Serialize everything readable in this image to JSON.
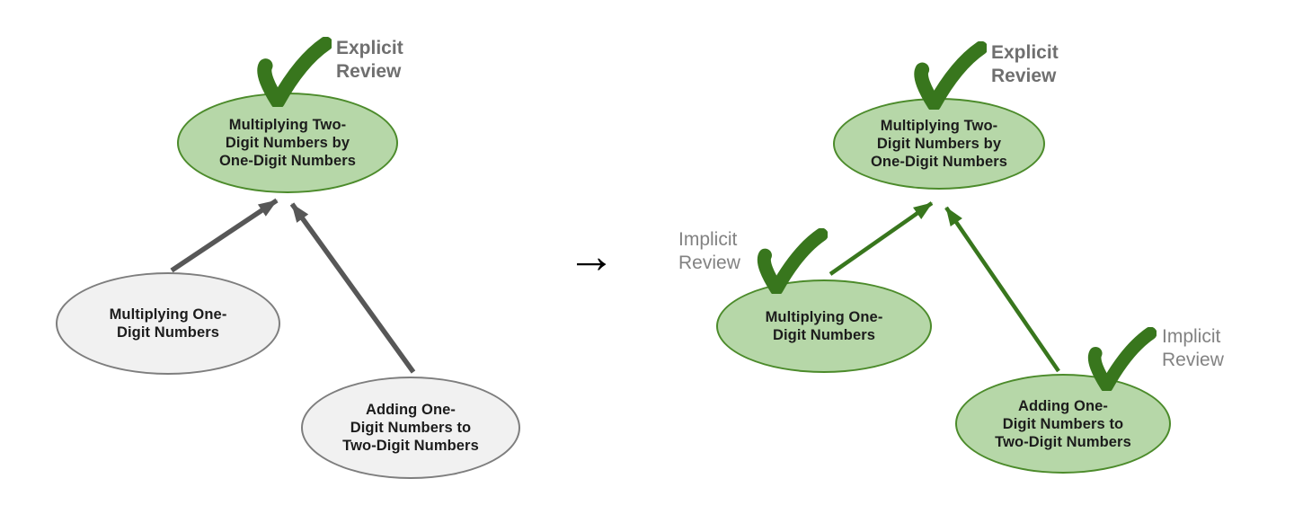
{
  "colors": {
    "green_fill": "#b6d7a8",
    "green_border": "#4c8b2b",
    "gray_fill": "#f1f1f1",
    "gray_border": "#7e7e7e",
    "arrow_gray": "#575757",
    "arrow_green": "#38761d",
    "check_green": "#38761d",
    "review_text": "#828282",
    "node_text": "#1c1c1c",
    "transform_arrow": "#000000"
  },
  "transform_arrow": "→",
  "left_panel": {
    "top_node": "Multiplying Two-\nDigit Numbers by\nOne-Digit Numbers",
    "top_badge": "Explicit\nReview",
    "mid_node": "Multiplying One-\nDigit Numbers",
    "bottom_node": "Adding One-\nDigit Numbers to\nTwo-Digit Numbers"
  },
  "right_panel": {
    "top_node": "Multiplying Two-\nDigit Numbers by\nOne-Digit Numbers",
    "top_badge": "Explicit\nReview",
    "mid_node": "Multiplying One-\nDigit Numbers",
    "mid_badge": "Implicit\nReview",
    "bottom_node": "Adding One-\nDigit Numbers to\nTwo-Digit Numbers",
    "bottom_badge": "Implicit\nReview"
  }
}
